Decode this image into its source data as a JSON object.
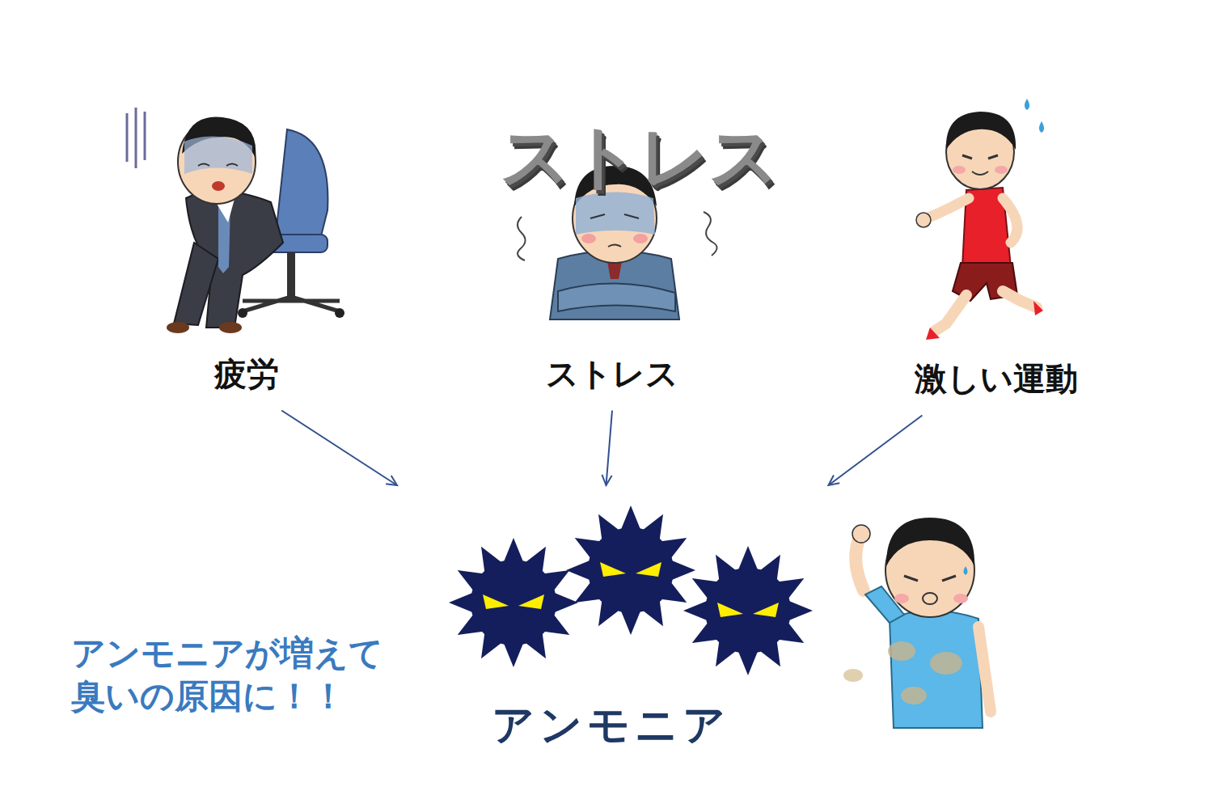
{
  "diagram": {
    "nodes": [
      {
        "text": [
          "疲労"
        ]
      },
      {
        "text": [
          "ストレス"
        ]
      },
      {
        "text": [
          "激しい運動"
        ]
      },
      {
        "text": [
          "アンモニア"
        ]
      }
    ],
    "edges": [
      {
        "from": 0,
        "to": 3,
        "arrow": "to"
      },
      {
        "from": 1,
        "to": 3,
        "arrow": "to"
      },
      {
        "from": 2,
        "to": 3,
        "arrow": "to"
      }
    ],
    "labels": [
      "ストレス",
      "アンモニアが増えて 臭いの原因に！！"
    ]
  }
}
